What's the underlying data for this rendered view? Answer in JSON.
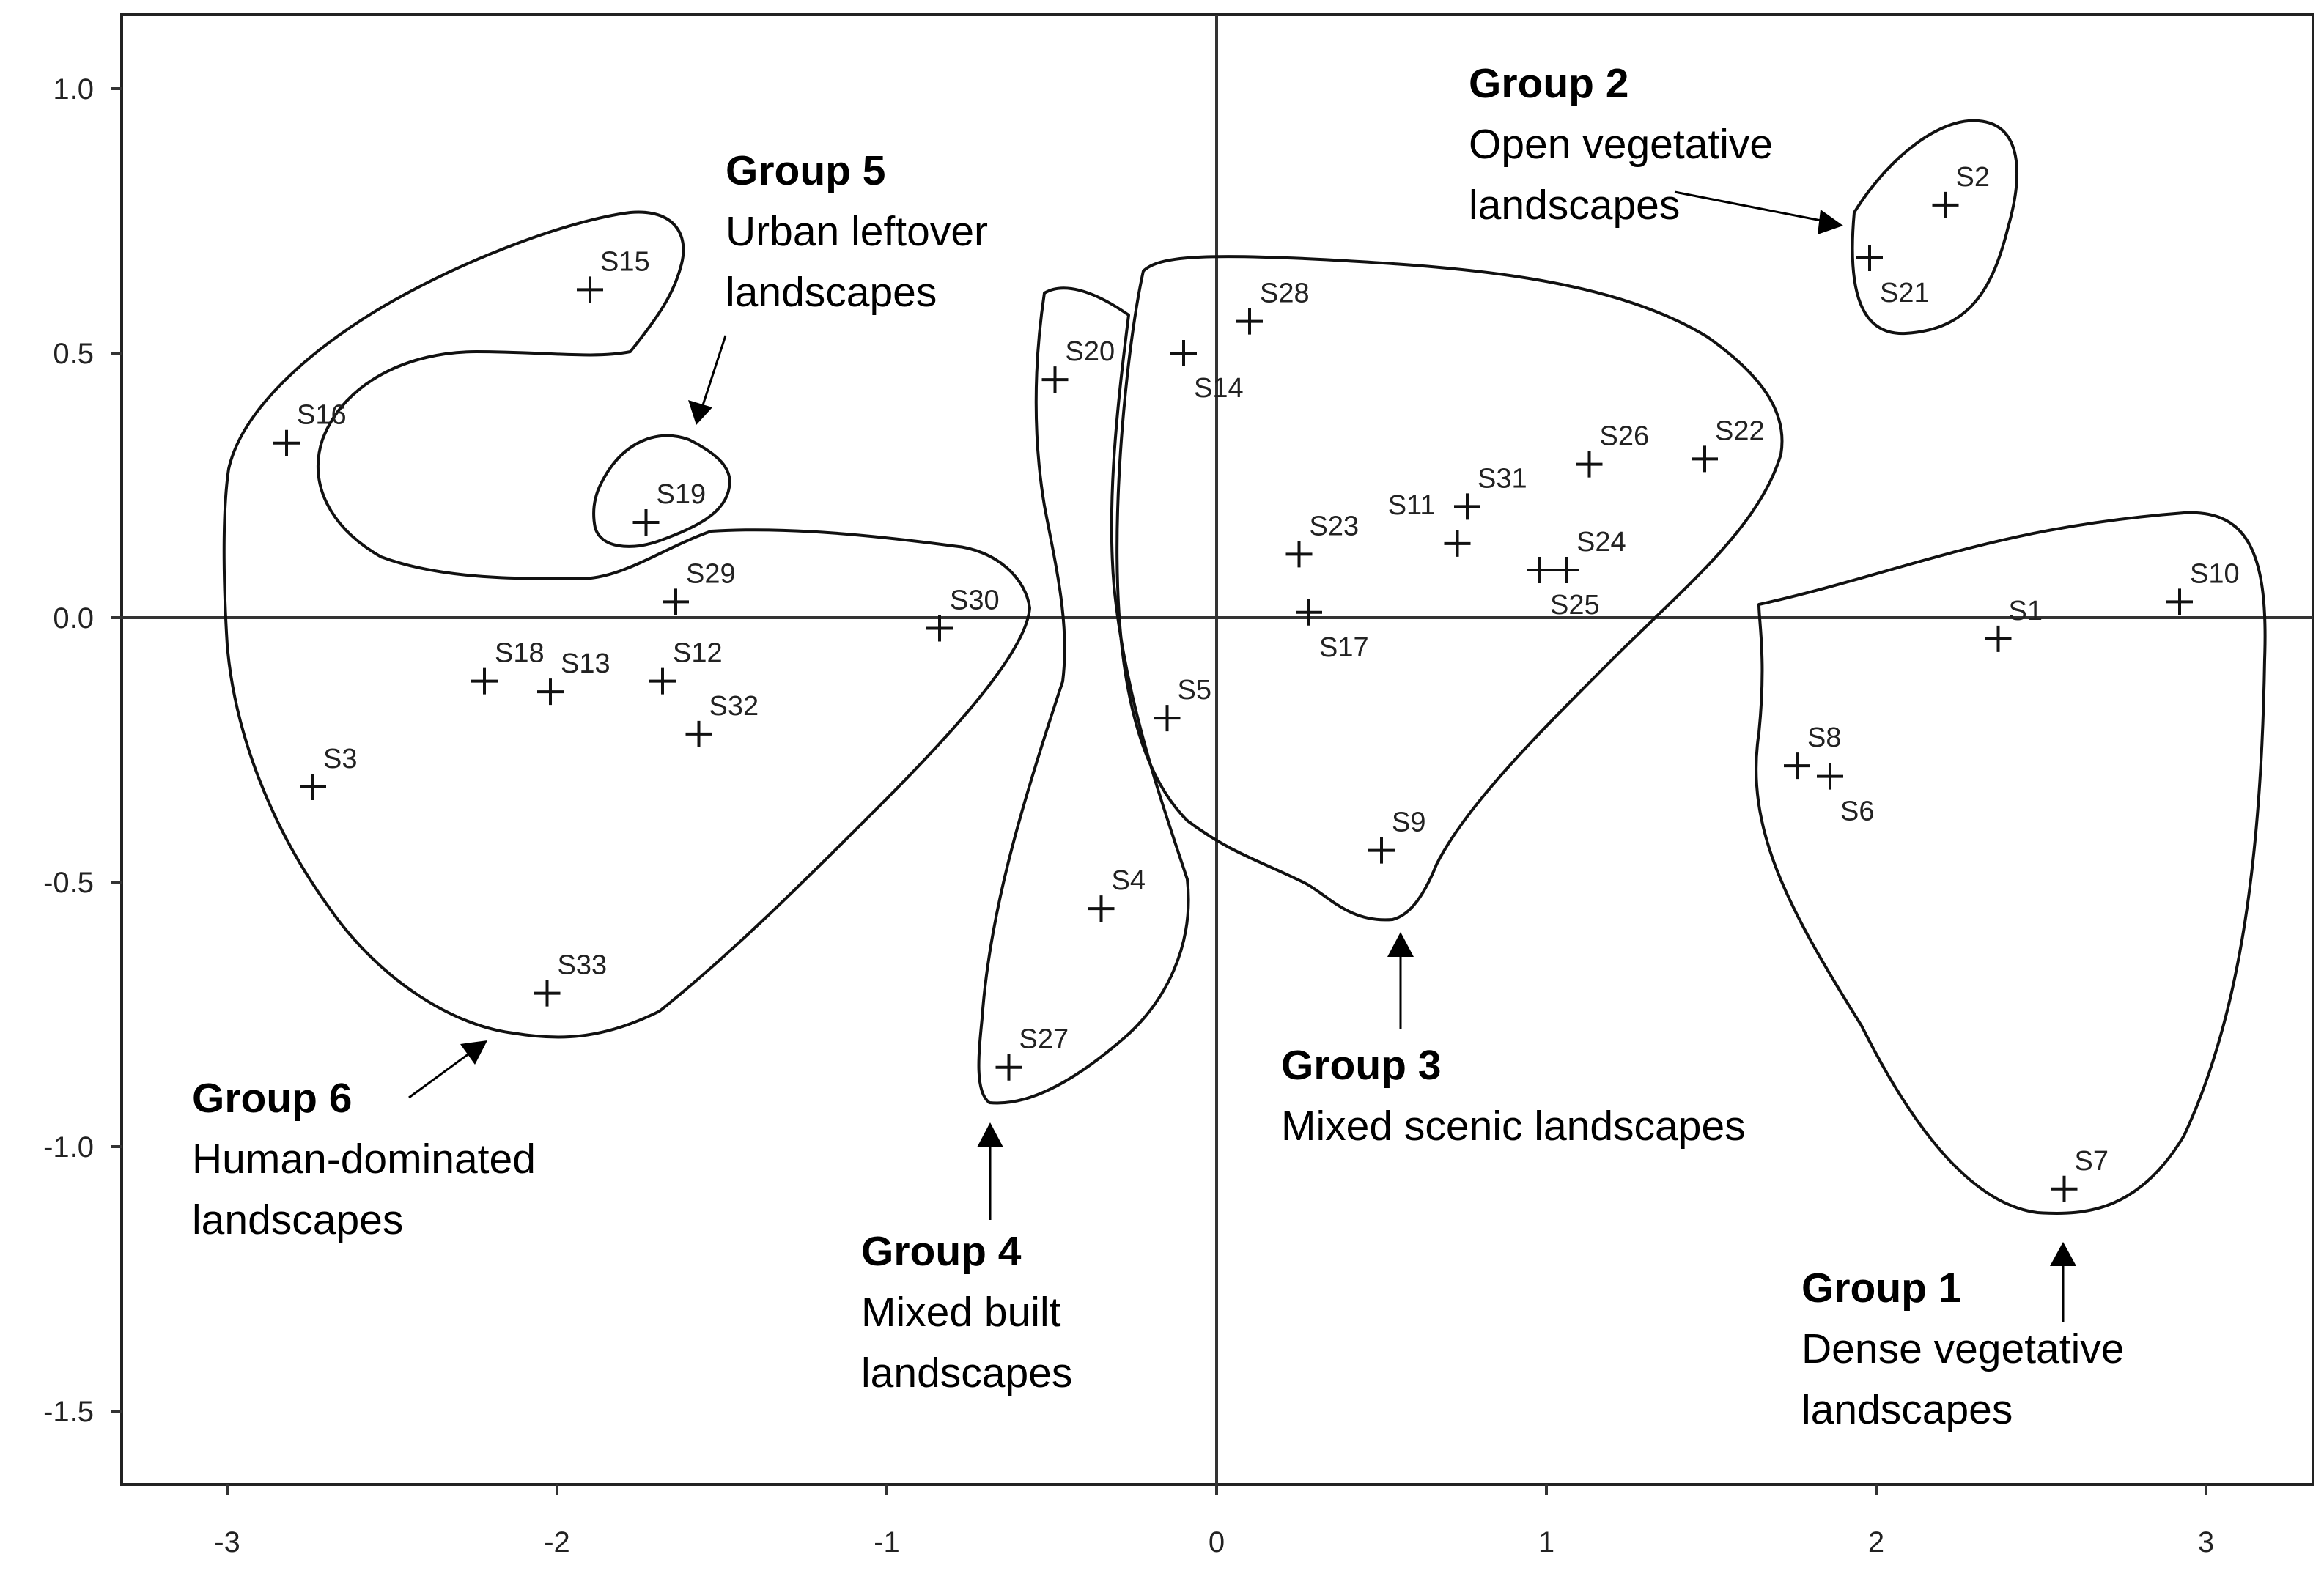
{
  "chart_data": {
    "type": "scatter",
    "xlim": [
      -3.3,
      3.3
    ],
    "ylim": [
      -1.65,
      1.2
    ],
    "x_ticks": [
      "-3",
      "-2",
      "-1",
      "0",
      "1",
      "2",
      "3"
    ],
    "y_ticks": [
      "1.0",
      "0.5",
      "0.0",
      "-0.5",
      "-1.0",
      "-1.5"
    ],
    "x_tick_values": [
      -3,
      -2,
      -1,
      0,
      1,
      2,
      3
    ],
    "y_tick_values": [
      1.0,
      0.5,
      0.0,
      -0.5,
      -1.0,
      -1.5
    ],
    "reference_lines": {
      "x": 0,
      "y": 0
    },
    "grid": false,
    "points": [
      {
        "label": "S1",
        "x": 2.37,
        "y": -0.04
      },
      {
        "label": "S2",
        "x": 2.21,
        "y": 0.78
      },
      {
        "label": "S3",
        "x": -2.74,
        "y": -0.32
      },
      {
        "label": "S4",
        "x": -0.35,
        "y": -0.55
      },
      {
        "label": "S5",
        "x": -0.15,
        "y": -0.19
      },
      {
        "label": "S6",
        "x": 1.86,
        "y": -0.3
      },
      {
        "label": "S7",
        "x": 2.57,
        "y": -1.08
      },
      {
        "label": "S8",
        "x": 1.76,
        "y": -0.28
      },
      {
        "label": "S9",
        "x": 0.5,
        "y": -0.44
      },
      {
        "label": "S10",
        "x": 2.92,
        "y": 0.03
      },
      {
        "label": "S11",
        "x": 0.73,
        "y": 0.14
      },
      {
        "label": "S12",
        "x": -1.68,
        "y": -0.12
      },
      {
        "label": "S13",
        "x": -2.02,
        "y": -0.14
      },
      {
        "label": "S14",
        "x": -0.1,
        "y": 0.5
      },
      {
        "label": "S15",
        "x": -1.9,
        "y": 0.62
      },
      {
        "label": "S16",
        "x": -2.82,
        "y": 0.33
      },
      {
        "label": "S17",
        "x": 0.28,
        "y": 0.01
      },
      {
        "label": "S18",
        "x": -2.22,
        "y": -0.12
      },
      {
        "label": "S19",
        "x": -1.73,
        "y": 0.18
      },
      {
        "label": "S20",
        "x": -0.49,
        "y": 0.45
      },
      {
        "label": "S21",
        "x": 1.98,
        "y": 0.68
      },
      {
        "label": "S22",
        "x": 1.48,
        "y": 0.3
      },
      {
        "label": "S23",
        "x": 0.25,
        "y": 0.12
      },
      {
        "label": "S24",
        "x": 1.06,
        "y": 0.09
      },
      {
        "label": "S25",
        "x": 0.98,
        "y": 0.09
      },
      {
        "label": "S26",
        "x": 1.13,
        "y": 0.29
      },
      {
        "label": "S27",
        "x": -0.63,
        "y": -0.85
      },
      {
        "label": "S28",
        "x": 0.1,
        "y": 0.56
      },
      {
        "label": "S29",
        "x": -1.64,
        "y": 0.03
      },
      {
        "label": "S30",
        "x": -0.84,
        "y": -0.02
      },
      {
        "label": "S31",
        "x": 0.76,
        "y": 0.21
      },
      {
        "label": "S32",
        "x": -1.57,
        "y": -0.22
      },
      {
        "label": "S33",
        "x": -2.03,
        "y": -0.71
      }
    ],
    "groups": [
      {
        "title": "Group 1",
        "desc1": "Dense vegetative",
        "desc2": "landscapes",
        "members": [
          "S1",
          "S6",
          "S7",
          "S8",
          "S10"
        ]
      },
      {
        "title": "Group 2",
        "desc1": "Open vegetative",
        "desc2": "landscapes",
        "members": [
          "S2",
          "S21"
        ]
      },
      {
        "title": "Group 3",
        "desc1": "Mixed scenic landscapes",
        "desc2": "",
        "members": [
          "S9",
          "S11",
          "S14",
          "S17",
          "S22",
          "S23",
          "S24",
          "S25",
          "S26",
          "S28",
          "S31"
        ]
      },
      {
        "title": "Group 4",
        "desc1": "Mixed built",
        "desc2": "landscapes",
        "members": [
          "S4",
          "S5",
          "S20",
          "S27"
        ]
      },
      {
        "title": "Group 5",
        "desc1": "Urban leftover",
        "desc2": "landscapes",
        "members": [
          "S19"
        ]
      },
      {
        "title": "Group 6",
        "desc1": "Human-dominated",
        "desc2": "landscapes",
        "members": [
          "S3",
          "S12",
          "S13",
          "S15",
          "S16",
          "S18",
          "S29",
          "S30",
          "S32",
          "S33"
        ]
      }
    ]
  }
}
